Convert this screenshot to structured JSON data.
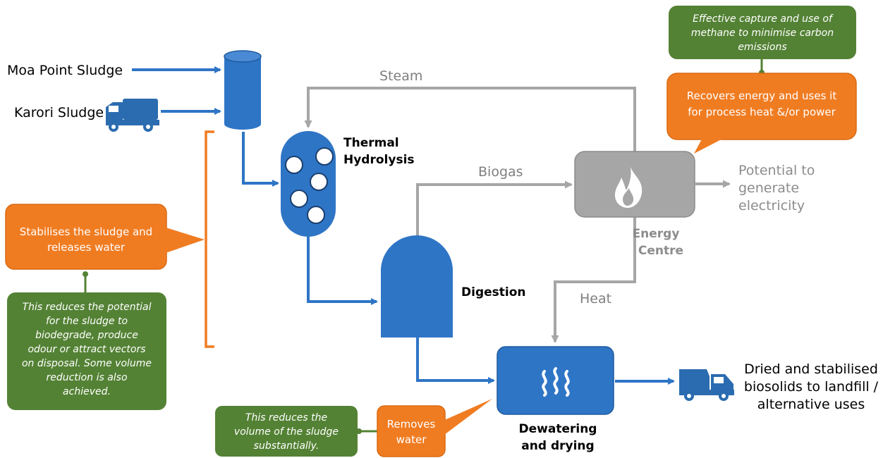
{
  "inputs": {
    "moa_point": "Moa Point Sludge",
    "karori": "Karori Sludge"
  },
  "flows": {
    "steam": "Steam",
    "biogas": "Biogas",
    "heat": "Heat"
  },
  "stages": {
    "thermal_line1": "Thermal",
    "thermal_line2": "Hydrolysis",
    "digestion": "Digestion",
    "energy_line1": "Energy",
    "energy_line2": "Centre",
    "dewatering_line1": "Dewatering",
    "dewatering_line2": "and drying"
  },
  "outputs": {
    "electricity_line1": "Potential to",
    "electricity_line2": "generate",
    "electricity_line3": "electricity",
    "biosolids_line1": "Dried and stabilised",
    "biosolids_line2": "biosolids to landfill /",
    "biosolids_line3": "alternative uses"
  },
  "callouts": {
    "stabilises_line1": "Stabilises the sludge and",
    "stabilises_line2": "releases water",
    "reduces_potential_lines": [
      "This reduces the potential",
      "for the sludge to",
      "biodegrade,  produce",
      "odour or attract vectors",
      "on disposal. Some volume",
      "reduction is also",
      "achieved."
    ],
    "methane_line1": "Effective capture and use of",
    "methane_line2": "methane to minimise carbon",
    "methane_line3": "emissions",
    "recovers_line1": "Recovers energy and uses it",
    "recovers_line2": "for process heat &/or power",
    "removes_line1": "Removes",
    "removes_line2": "water",
    "volume_line1": "This reduces the",
    "volume_line2": "volume of the sludge",
    "volume_line3": "substantially."
  },
  "colors": {
    "blue": "#2e75c6",
    "dark_blue": "#1f5a9e",
    "grey": "#a6a6a6",
    "orange": "#f07c22",
    "green": "#548235",
    "icon_blue": "#2b6cb0"
  }
}
